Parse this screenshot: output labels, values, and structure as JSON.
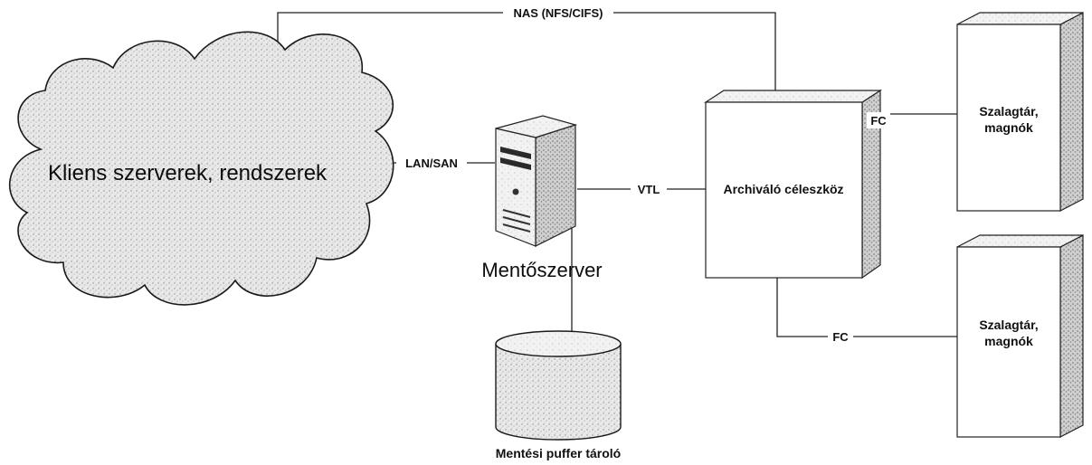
{
  "colors": {
    "stipple_light": "#e6e6e6",
    "stipple_dark": "#9a9a9a",
    "line": "#222222",
    "text": "#111111"
  },
  "nodes": {
    "cloud_label": "Kliens szerverek, rendszerek",
    "server_label": "Mentőszerver",
    "buffer_label": "Mentési puffer tároló",
    "archive_label": "Archiváló céleszköz",
    "tape1_line1": "Szalagtár,",
    "tape1_line2": "magnók",
    "tape2_line1": "Szalagtár,",
    "tape2_line2": "magnók"
  },
  "connections": {
    "nas": "NAS (NFS/CIFS)",
    "lan_san": "LAN/SAN",
    "vtl": "VTL",
    "fc_top": "FC",
    "fc_bottom": "FC"
  }
}
